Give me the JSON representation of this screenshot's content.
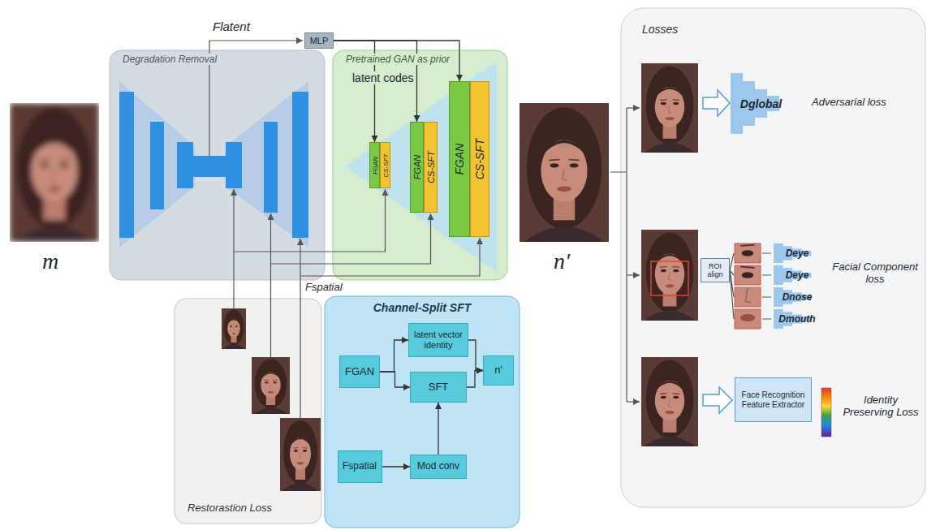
{
  "diagram": {
    "nodes": [
      {
        "text": [
          "Degradation Removal"
        ]
      },
      {
        "text": [
          "MLP"
        ]
      },
      {
        "text": [
          "Pretrained GAN as prior"
        ]
      },
      {
        "text": [
          "FGAN"
        ],
        "in": 2
      },
      {
        "text": [
          "CS-SFT"
        ],
        "in": 2
      },
      {
        "text": [
          "FGAN"
        ],
        "in": 2
      },
      {
        "text": [
          "CS-SFT"
        ],
        "in": 2
      },
      {
        "text": [
          "FGAN"
        ],
        "in": 2
      },
      {
        "text": [
          "CS-SFT"
        ],
        "in": 2
      },
      {
        "text": [
          "Restorastion Loss"
        ]
      },
      {
        "text": [
          "Channel-Split SFT"
        ]
      },
      {
        "text": [
          "FGAN"
        ],
        "in": 10
      },
      {
        "text": [
          "latent vector identity"
        ],
        "in": 10
      },
      {
        "text": [
          "SFT"
        ],
        "in": 10
      },
      {
        "text": [
          "n'"
        ],
        "in": 10
      },
      {
        "text": [
          "Fspatial"
        ],
        "in": 10
      },
      {
        "text": [
          "Mod conv"
        ],
        "in": 10
      },
      {
        "text": [
          "Losses"
        ]
      },
      {
        "text": [
          "Dglobal"
        ],
        "in": 17
      },
      {
        "text": [
          "ROI align"
        ],
        "in": 17
      },
      {
        "text": [
          "Deye"
        ],
        "in": 17
      },
      {
        "text": [
          "Deye"
        ],
        "in": 17
      },
      {
        "text": [
          "Dnose"
        ],
        "in": 17
      },
      {
        "text": [
          "Dmouth"
        ],
        "in": 17
      },
      {
        "text": [
          "Face Recognition Feature Extractor"
        ],
        "in": 17
      }
    ],
    "edges": [
      {
        "from": 1,
        "to": 3,
        "arrow": "to"
      },
      {
        "from": 1,
        "to": 5,
        "arrow": "to"
      },
      {
        "from": 1,
        "to": 7,
        "arrow": "to"
      },
      {
        "from": 11,
        "to": 12,
        "arrow": "to"
      },
      {
        "from": 11,
        "to": 13,
        "arrow": "to"
      },
      {
        "from": 12,
        "to": 14,
        "arrow": "to"
      },
      {
        "from": 13,
        "to": 14,
        "arrow": "to"
      },
      {
        "from": 15,
        "to": 16,
        "arrow": "to"
      },
      {
        "from": 16,
        "to": 13,
        "arrow": "to"
      }
    ],
    "labels": [
      "Flatent",
      "latent codes",
      "m",
      "n'",
      "Fspatial",
      "Adversarial loss",
      "Facial Component loss",
      "Identity Preserving Loss"
    ]
  }
}
